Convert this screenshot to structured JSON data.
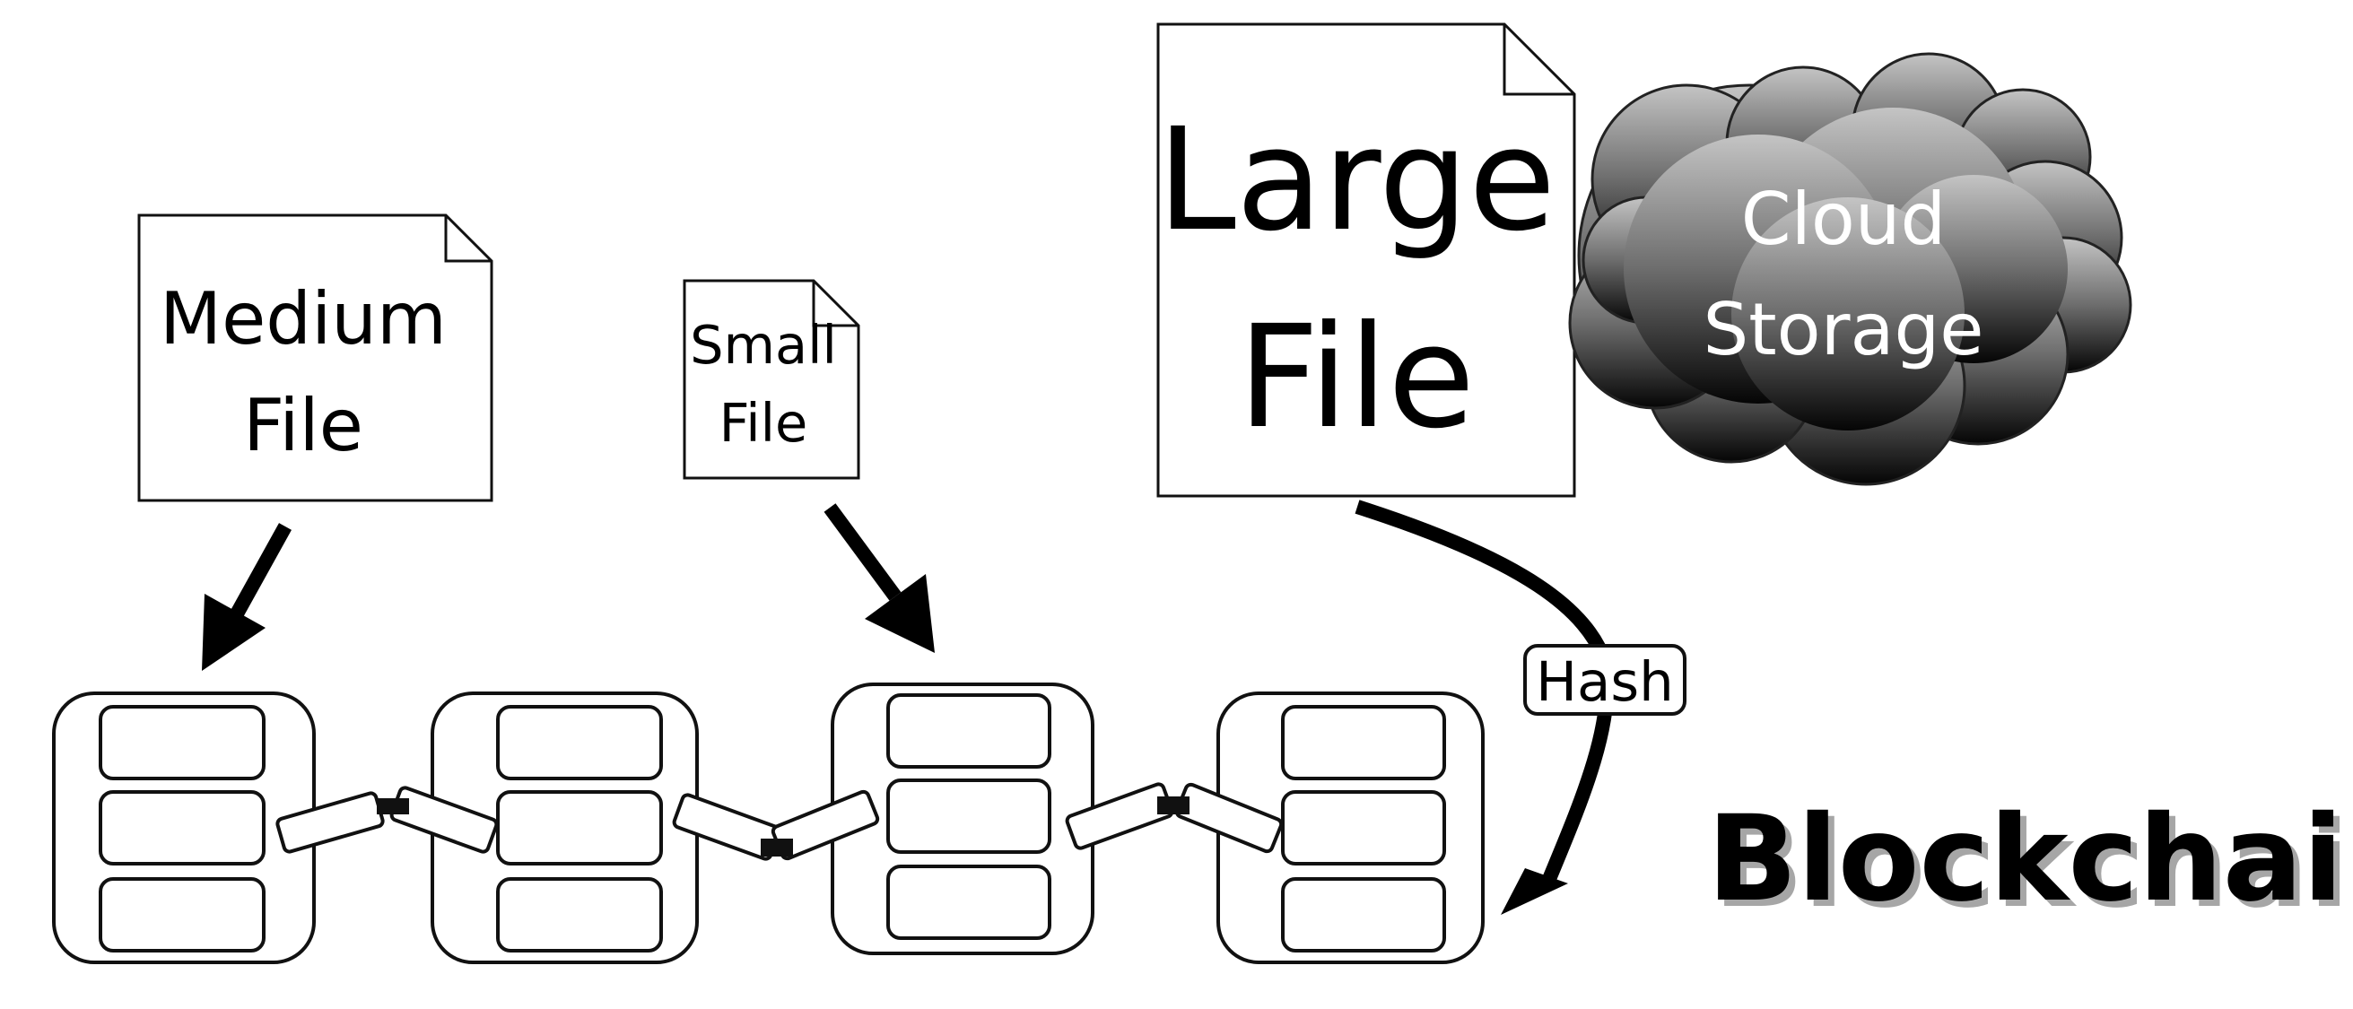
{
  "files": {
    "medium": {
      "line1": "Medium",
      "line2": "File"
    },
    "small": {
      "line1": "Small",
      "line2": "File"
    },
    "large": {
      "line1": "Large",
      "line2": "File"
    }
  },
  "cloud": {
    "line1": "Cloud",
    "line2": "Storage"
  },
  "hash_label": "Hash",
  "chain_label": "Blockchain"
}
